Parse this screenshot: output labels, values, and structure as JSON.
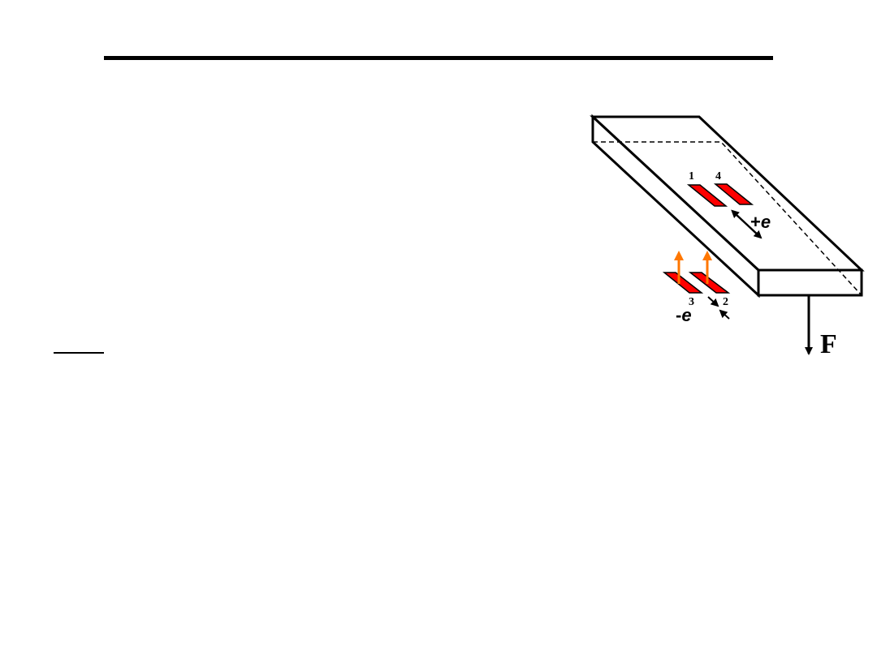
{
  "slide": {
    "background": "#ffffff"
  },
  "diagram": {
    "gauges": [
      {
        "id": "gauge-1",
        "label": "1"
      },
      {
        "id": "gauge-4",
        "label": "4"
      },
      {
        "id": "gauge-3",
        "label": "3"
      },
      {
        "id": "gauge-2",
        "label": "2"
      }
    ],
    "strain_top": {
      "sign": "+",
      "symbol": "e"
    },
    "strain_bottom": {
      "sign": "-",
      "symbol": "e"
    },
    "force_label": "F",
    "colors": {
      "gauge_fill": "#ff0000",
      "normal_arrow": "#ff7700",
      "outline": "#000000"
    }
  }
}
